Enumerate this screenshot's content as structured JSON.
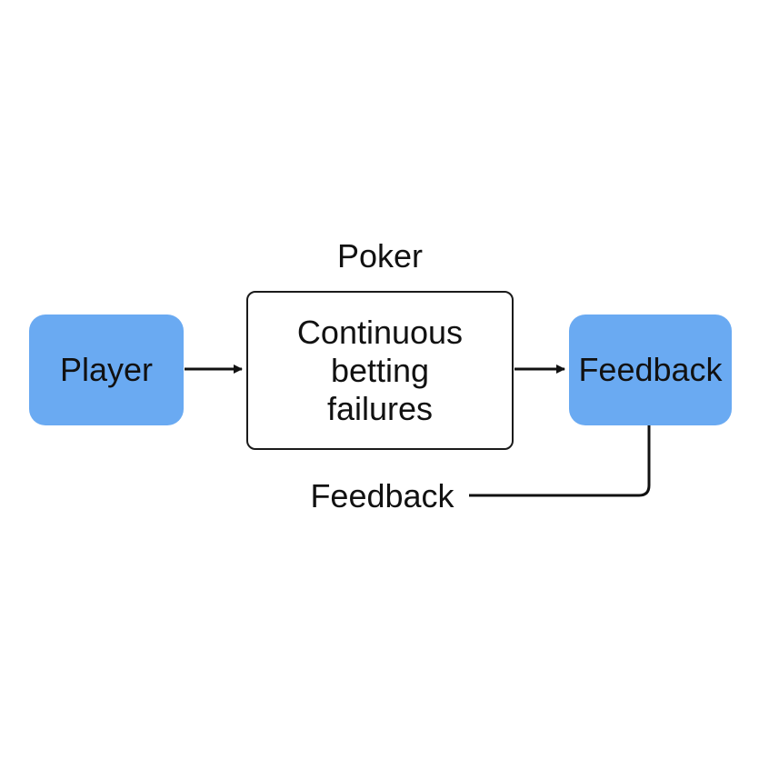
{
  "diagram": {
    "group_label": "Poker",
    "nodes": {
      "player": "Player",
      "process": "Continuous\nbetting\nfailures",
      "feedback": "Feedback"
    },
    "loop_label": "Feedback",
    "colors": {
      "node_fill": "#6aaaf2",
      "stroke": "#1a1a1a",
      "background": "#ffffff"
    }
  }
}
